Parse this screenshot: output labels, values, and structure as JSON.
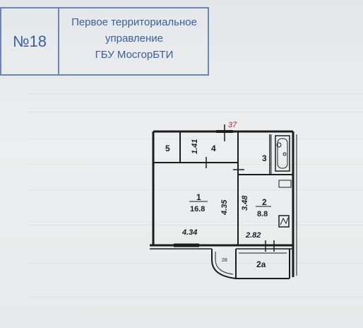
{
  "stamp": {
    "number": "№18",
    "lines": [
      "Первое территориальное",
      "управление",
      "ГБУ МосгорБТИ"
    ]
  },
  "plan": {
    "marker": "37",
    "rooms": {
      "r1_num": "1",
      "r1_area": "16.8",
      "r2_num": "2",
      "r2_area": "8.8",
      "r3_num": "3",
      "r4_num": "4",
      "r5_num": "5",
      "r2a_num": "2a",
      "balcony_label": "28"
    },
    "dimensions": {
      "d1": "1.41",
      "d2": "4.35",
      "d3": "3.48",
      "d4": "4.34",
      "d5": "2.82"
    }
  },
  "colors": {
    "stamp_ink": "#3a5e9e",
    "stamp_border": "#6a87b8",
    "marker_ink": "#9b2b2b"
  }
}
